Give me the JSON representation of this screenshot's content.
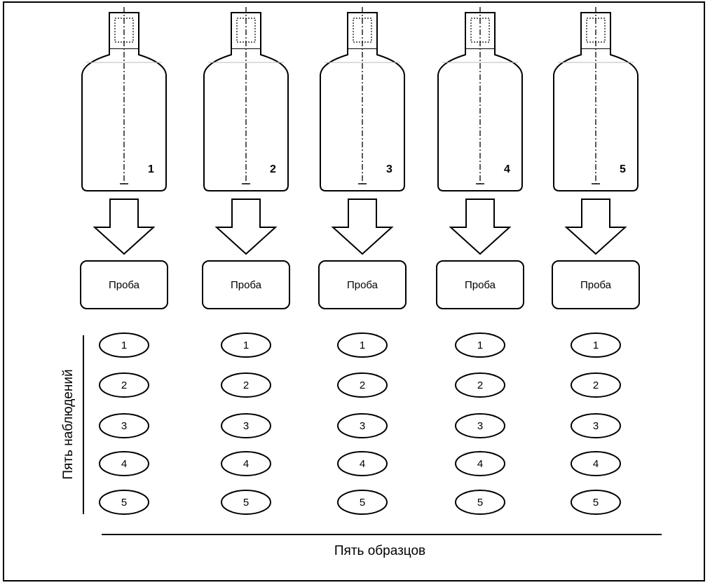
{
  "columns": [
    {
      "bottle_number": "1",
      "sample_label": "Проба",
      "observations": [
        "1",
        "2",
        "3",
        "4",
        "5"
      ]
    },
    {
      "bottle_number": "2",
      "sample_label": "Проба",
      "observations": [
        "1",
        "2",
        "3",
        "4",
        "5"
      ]
    },
    {
      "bottle_number": "3",
      "sample_label": "Проба",
      "observations": [
        "1",
        "2",
        "3",
        "4",
        "5"
      ]
    },
    {
      "bottle_number": "4",
      "sample_label": "Проба",
      "observations": [
        "1",
        "2",
        "3",
        "4",
        "5"
      ]
    },
    {
      "bottle_number": "5",
      "sample_label": "Проба",
      "observations": [
        "1",
        "2",
        "3",
        "4",
        "5"
      ]
    }
  ],
  "vertical_axis_label": "Пять наблюдений",
  "horizontal_axis_label": "Пять образцов"
}
